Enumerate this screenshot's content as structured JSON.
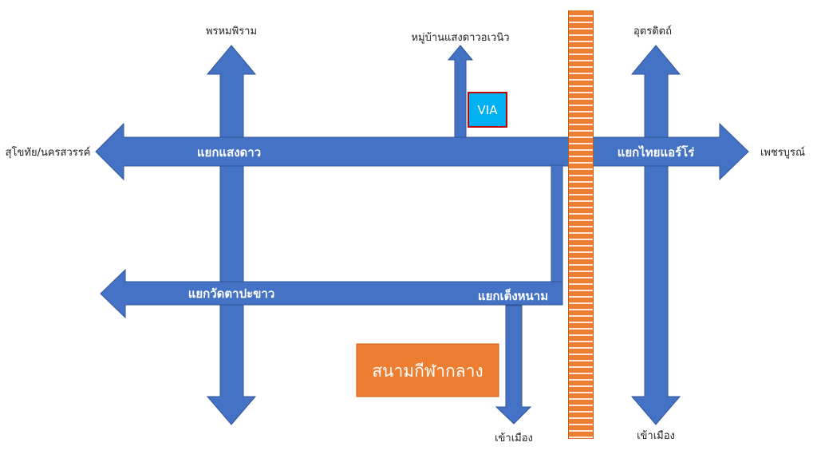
{
  "destinations": {
    "north_left": "พรหมพิราม",
    "north_village": "หมู่บ้านแสงดาวอเวนิว",
    "north_right": "อุตรดิตถ์",
    "west": "สุโขทัย/นครสวรรค์",
    "east": "เพชรบูรณ์",
    "south_center": "เข้าเมือง",
    "south_right": "เข้าเมือง"
  },
  "junctions": {
    "saengdao": "แยกแสงดาว",
    "thai_airways": "แยกไทยแอร์โร่",
    "wat_ta_pa_khao": "แยกวัดตาปะขาว",
    "teng_nam": "แยกเต็งหนาม"
  },
  "landmarks": {
    "via": "VIA",
    "stadium": "สนามกีฬากลาง"
  },
  "colors": {
    "road": "#4472c4",
    "railway": "#ed7d31",
    "stadium": "#ed7d31",
    "via_fill": "#00b0f0",
    "via_border": "#c00000"
  }
}
